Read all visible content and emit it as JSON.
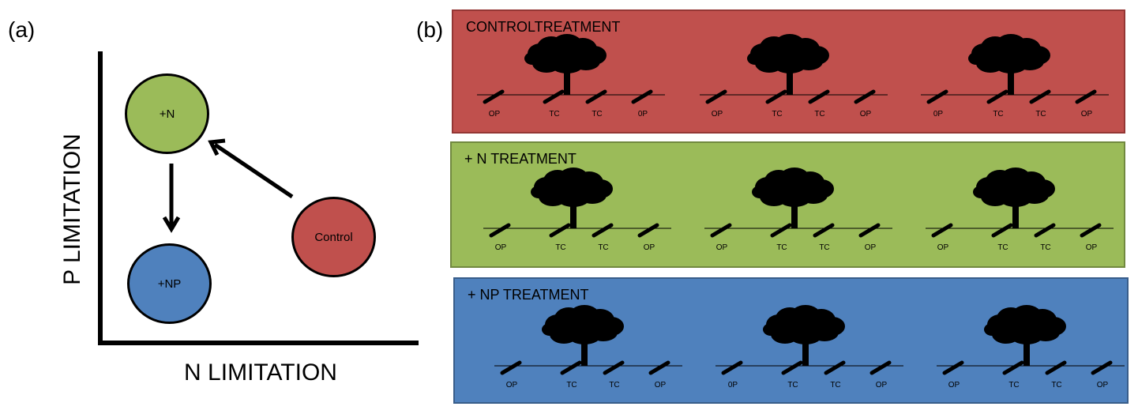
{
  "panels": {
    "a": {
      "label": "(a)",
      "y_axis_label": "P LIMITATION",
      "x_axis_label": "N LIMITATION",
      "nodes": [
        {
          "id": "n",
          "label": "+N",
          "color": "#9bbb59"
        },
        {
          "id": "np",
          "label": "+NP",
          "color": "#4f81bd"
        },
        {
          "id": "control",
          "label": "Control",
          "color": "#c0504d"
        }
      ],
      "arrows": [
        {
          "from": "Control",
          "to": "+N"
        },
        {
          "from": "+N",
          "to": "+NP"
        }
      ]
    },
    "b": {
      "label": "(b)",
      "treatments": [
        {
          "title": "CONTROLTREATMENT",
          "color": "#c0504d",
          "border": "#943634",
          "sites": [
            [
              "OP",
              "TC",
              "TC",
              "0P"
            ],
            [
              "OP",
              "TC",
              "TC",
              "OP"
            ],
            [
              "0P",
              "TC",
              "TC",
              "OP"
            ]
          ]
        },
        {
          "title": "+ N TREATMENT",
          "color": "#9bbb59",
          "border": "#71893f",
          "sites": [
            [
              "OP",
              "TC",
              "TC",
              "OP"
            ],
            [
              "OP",
              "TC",
              "TC",
              "OP"
            ],
            [
              "OP",
              "TC",
              "TC",
              "OP"
            ]
          ]
        },
        {
          "title": "+ NP TREATMENT",
          "color": "#4f81bd",
          "border": "#385d8a",
          "sites": [
            [
              "OP",
              "TC",
              "TC",
              "OP"
            ],
            [
              "0P",
              "TC",
              "TC",
              "OP"
            ],
            [
              "OP",
              "TC",
              "TC",
              "OP"
            ]
          ]
        }
      ]
    }
  }
}
